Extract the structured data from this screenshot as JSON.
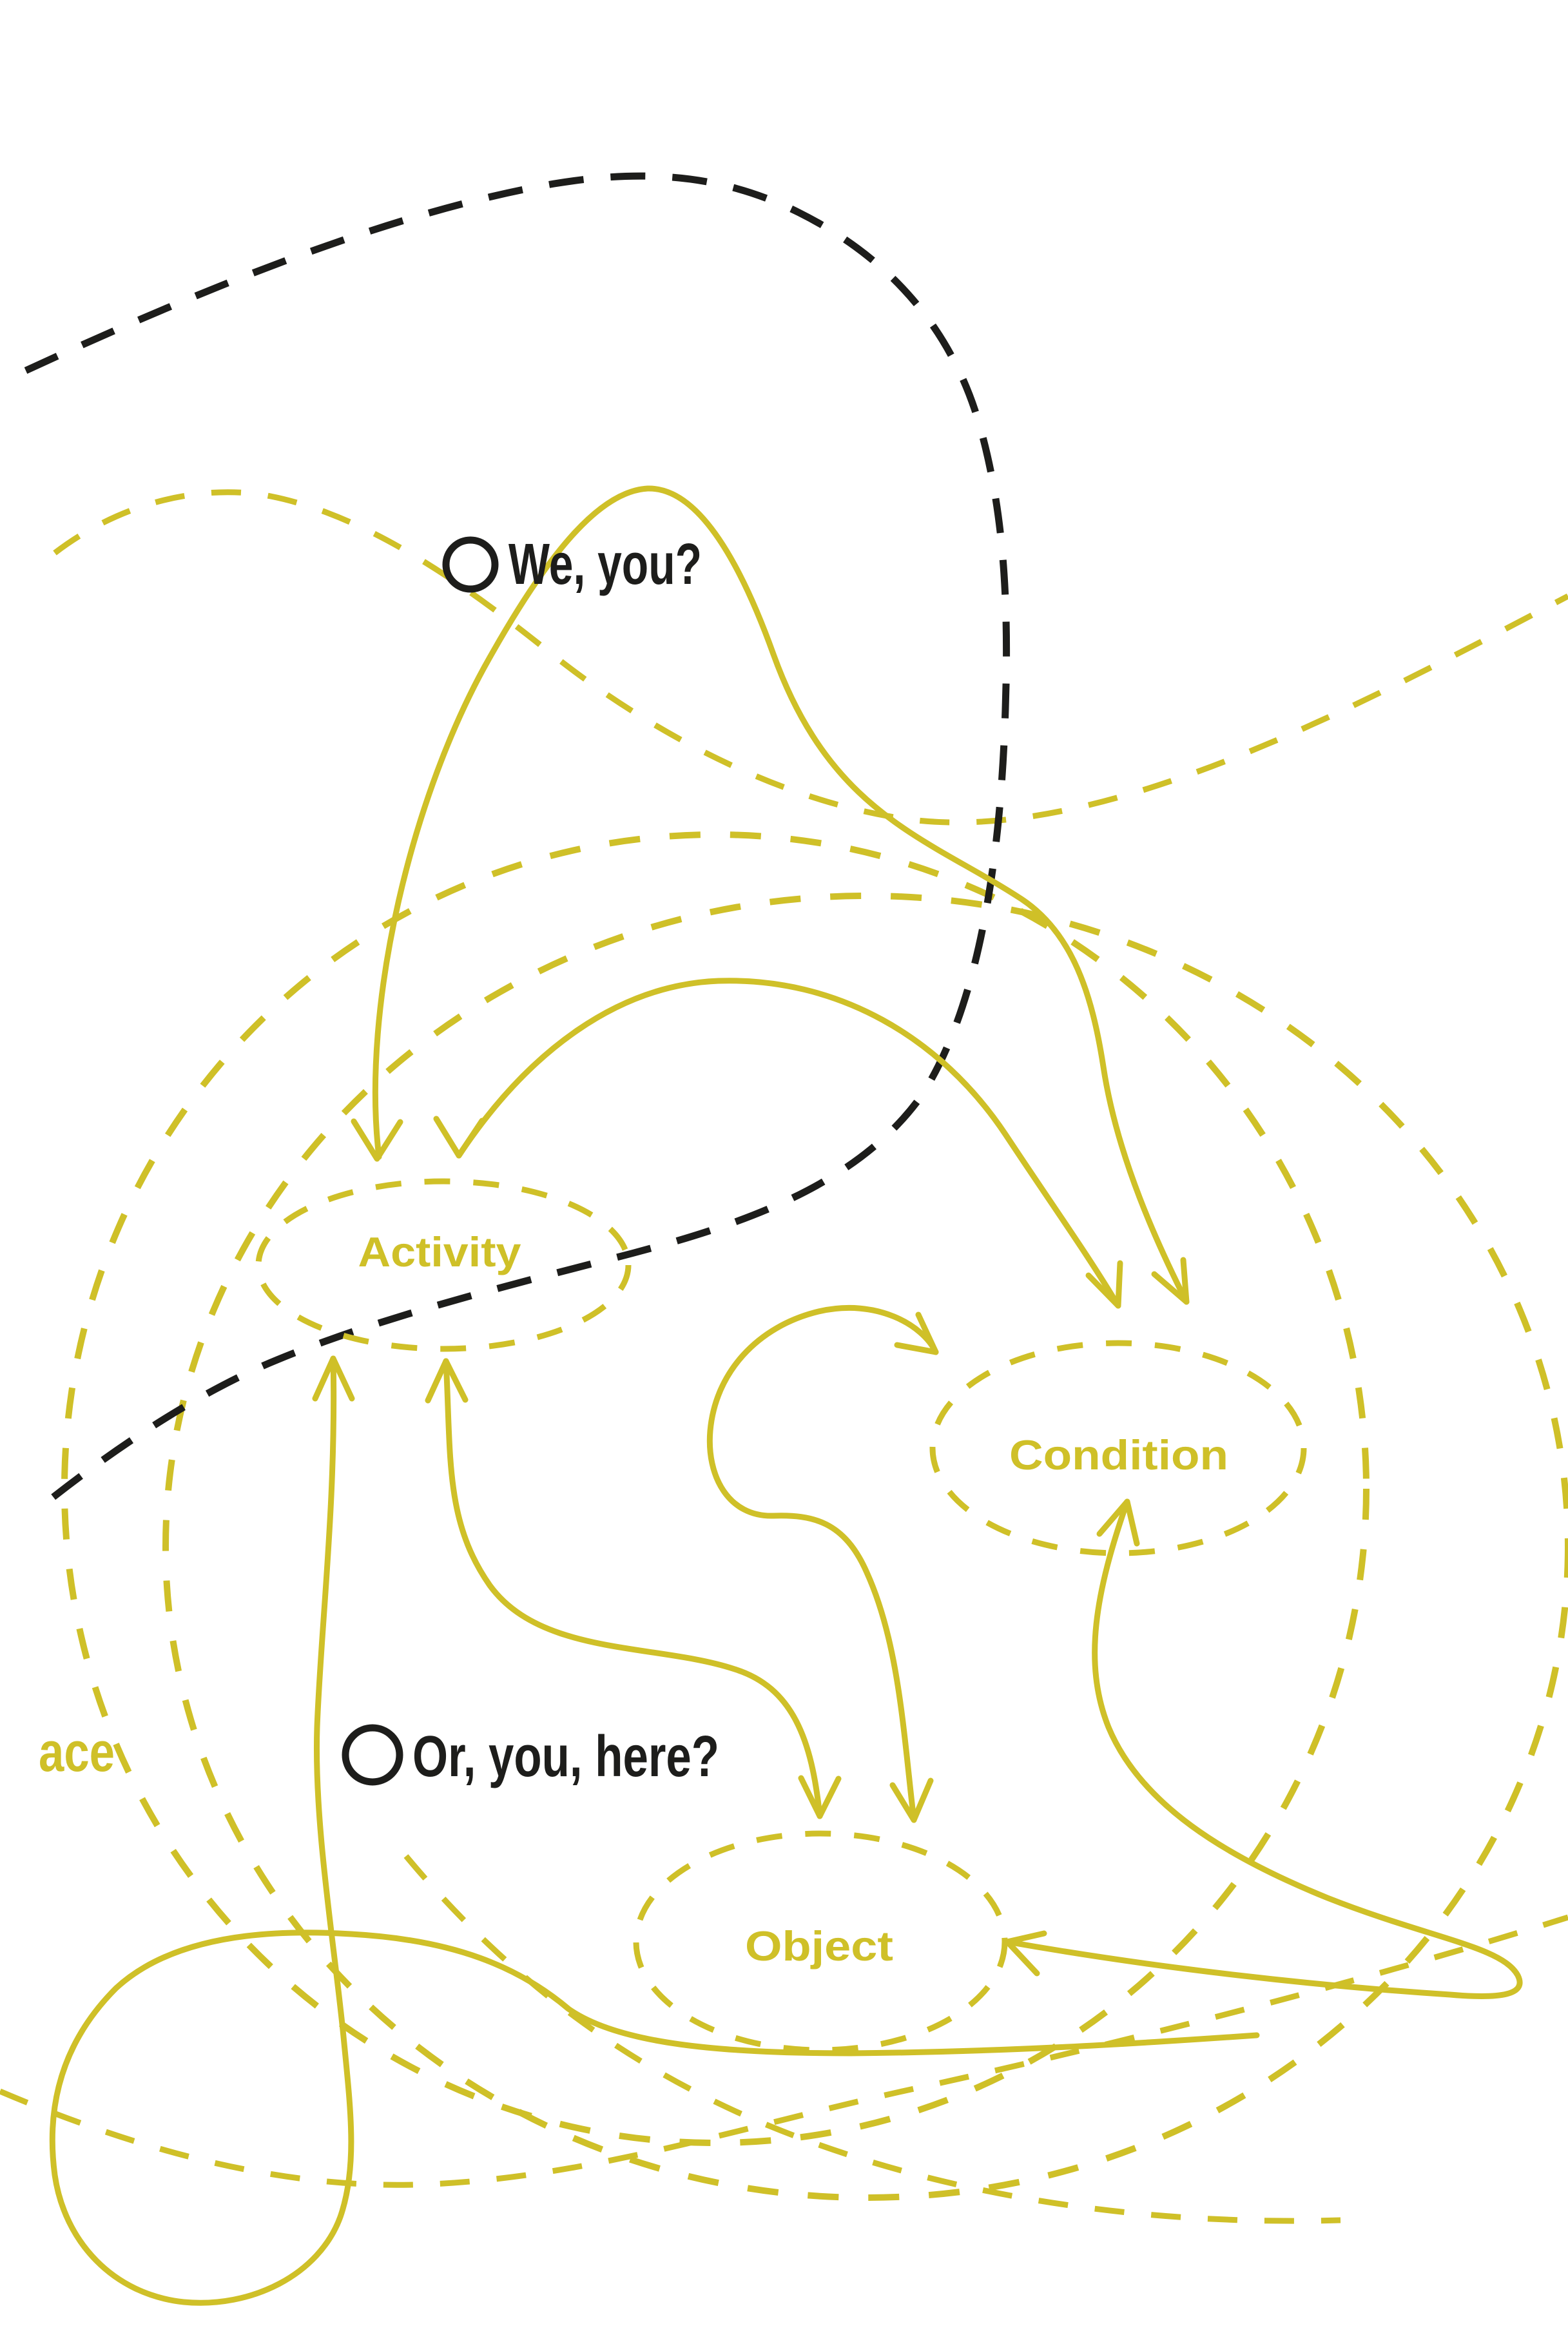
{
  "colors": {
    "yellow": "#cfc028",
    "ink": "#1d1d1b",
    "background": "#ffffff"
  },
  "nodes": [
    {
      "id": "activity",
      "label": "Activity"
    },
    {
      "id": "condition",
      "label": "Condition"
    },
    {
      "id": "object",
      "label": "Object"
    }
  ],
  "annotations": [
    {
      "id": "we-you",
      "label": "We, you?"
    },
    {
      "id": "or-you-here",
      "label": "Or, you, here?"
    },
    {
      "id": "edge-word",
      "label": "ace"
    }
  ]
}
